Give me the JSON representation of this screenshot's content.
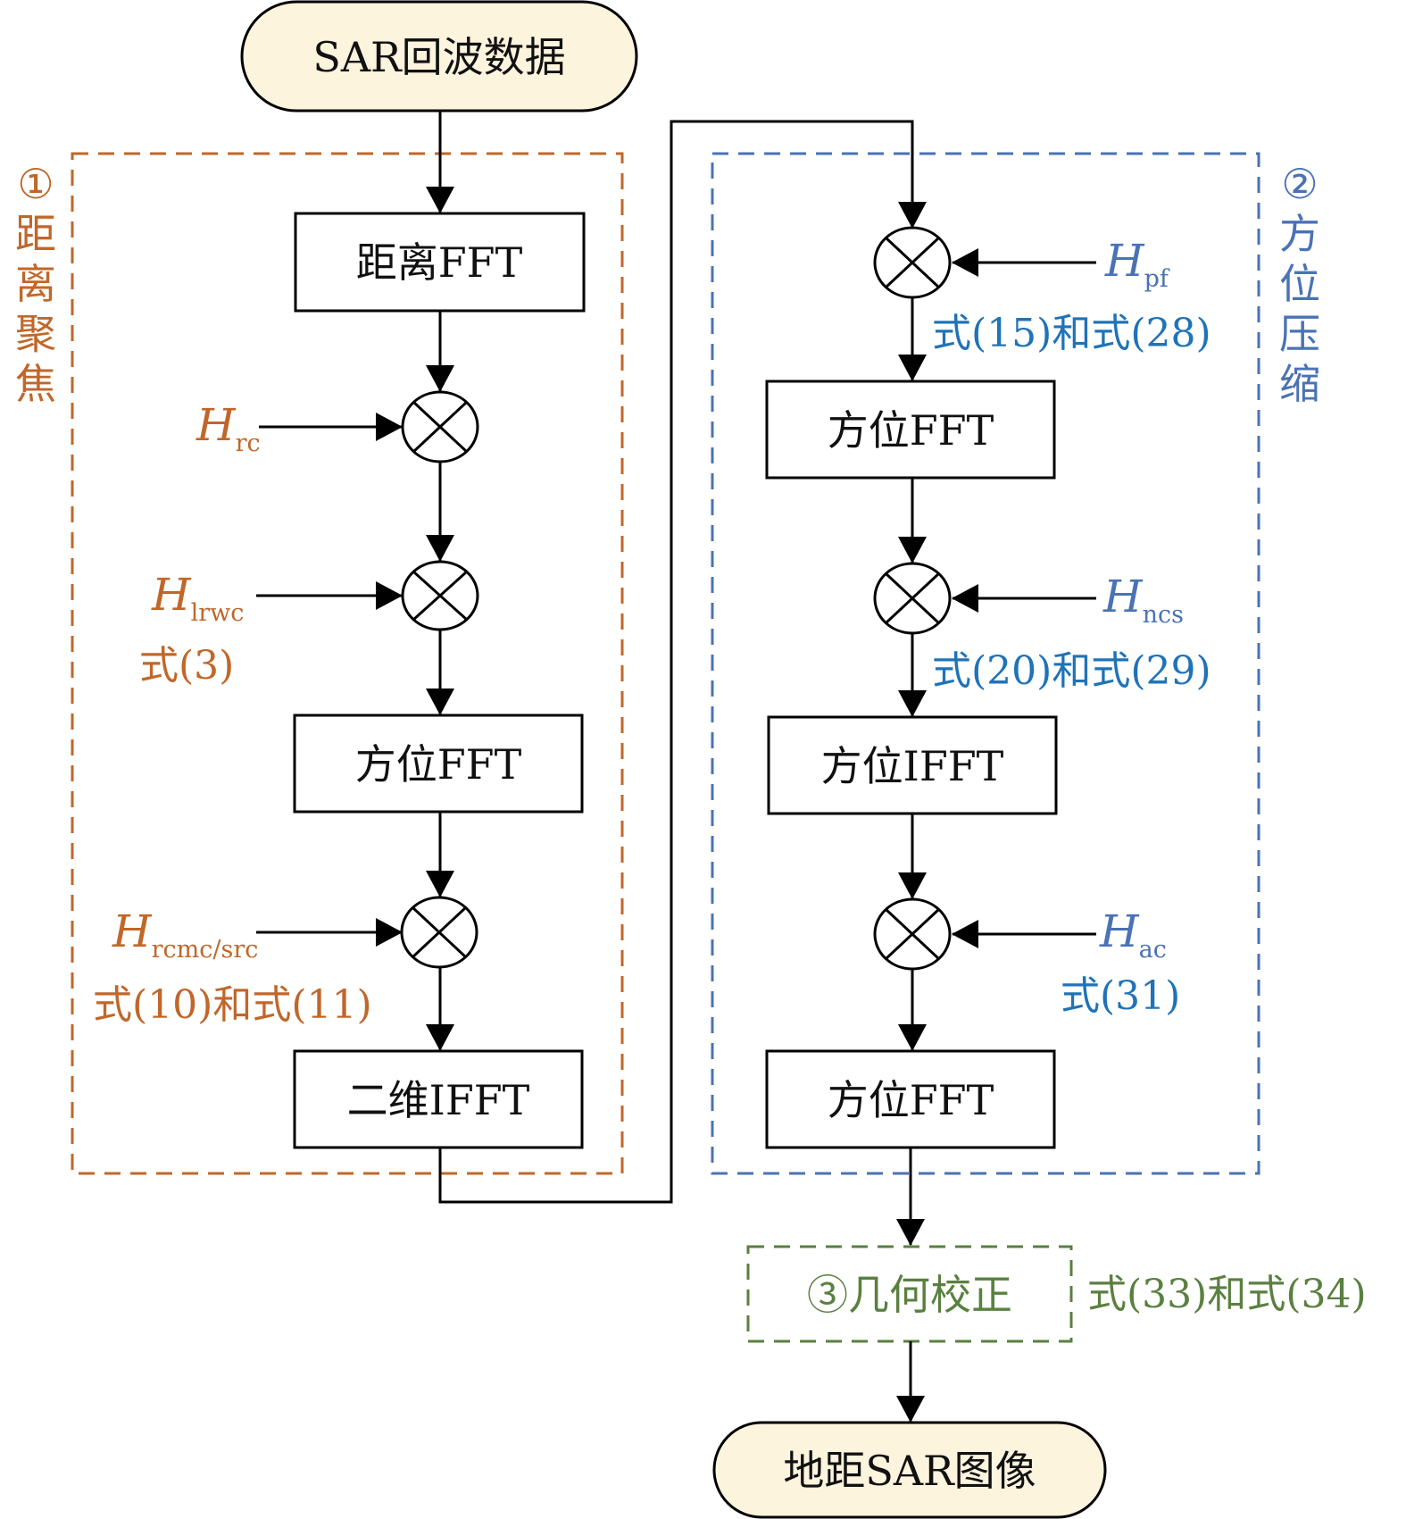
{
  "diagram": {
    "type": "flowchart",
    "start": {
      "label": "SAR回波数据"
    },
    "end": {
      "label": "地距SAR图像"
    },
    "regions": [
      {
        "id": "range-focusing",
        "label_chars": [
          "①",
          "距",
          "离",
          "聚",
          "焦"
        ],
        "label": "①距离聚焦",
        "color": "#C0672A"
      },
      {
        "id": "azimuth-compression",
        "label_chars": [
          "②",
          "方",
          "位",
          "压",
          "缩"
        ],
        "label": "②方位压缩",
        "color": "#4A72B5"
      },
      {
        "id": "geometric-correction",
        "label": "③几何校正",
        "equation": "式(33)和式(34)",
        "color": "#5A8040"
      }
    ],
    "left_chain": {
      "boxes": [
        "距离FFT",
        "方位FFT",
        "二维IFFT"
      ],
      "multipliers": [
        {
          "symbol": "H",
          "subscript": "rc",
          "equation": ""
        },
        {
          "symbol": "H",
          "subscript": "lrwc",
          "equation": "式(3)"
        },
        {
          "symbol": "H",
          "subscript": "rcmc/src",
          "equation": "式(10)和式(11)"
        }
      ]
    },
    "right_chain": {
      "boxes": [
        "方位FFT",
        "方位IFFT",
        "方位FFT"
      ],
      "multipliers": [
        {
          "symbol": "H",
          "subscript": "pf",
          "equation": "式(15)和式(28)"
        },
        {
          "symbol": "H",
          "subscript": "ncs",
          "equation": "式(20)和式(29)"
        },
        {
          "symbol": "H",
          "subscript": "ac",
          "equation": "式(31)"
        }
      ]
    },
    "colors": {
      "line": "#000000",
      "terminal_fill": "#FDF4DE",
      "range_region": "#C0672A",
      "azimuth_region": "#4A72B5",
      "azimuth_equation": "#1F73B7",
      "geo_region": "#5A8040"
    }
  }
}
